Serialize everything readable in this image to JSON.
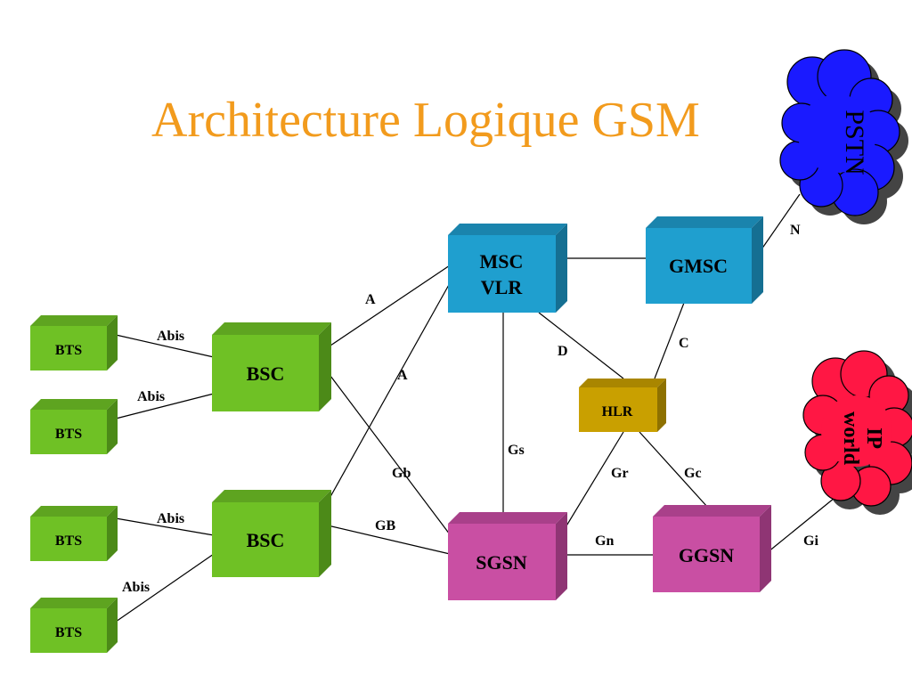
{
  "title": "Architecture Logique GSM",
  "nodes": {
    "bts1": "BTS",
    "bts2": "BTS",
    "bts3": "BTS",
    "bts4": "BTS",
    "bsc1": "BSC",
    "bsc2": "BSC",
    "msc_line1": "MSC",
    "msc_line2": "VLR",
    "gmsc": "GMSC",
    "hlr": "HLR",
    "sgsn": "SGSN",
    "ggsn": "GGSN"
  },
  "clouds": {
    "pstn": "PSTN",
    "ip_line1": "IP",
    "ip_line2": "world"
  },
  "links": {
    "abis1": "Abis",
    "abis2": "Abis",
    "abis3": "Abis",
    "abis4": "Abis",
    "a1": "A",
    "a2": "A",
    "gb": "Gb",
    "gb_caps": "GB",
    "gs": "Gs",
    "d": "D",
    "c": "C",
    "n": "N",
    "gr": "Gr",
    "gc": "Gc",
    "gn": "Gn",
    "gi": "Gi"
  },
  "colors": {
    "title": "#f29b1d",
    "green_box": "#6fc125",
    "blue_box": "#1f9fcf",
    "gold_box": "#c9a000",
    "magenta_box": "#c94fa3",
    "pstn_cloud": "#1a1aff",
    "ip_cloud": "#ff1744"
  }
}
